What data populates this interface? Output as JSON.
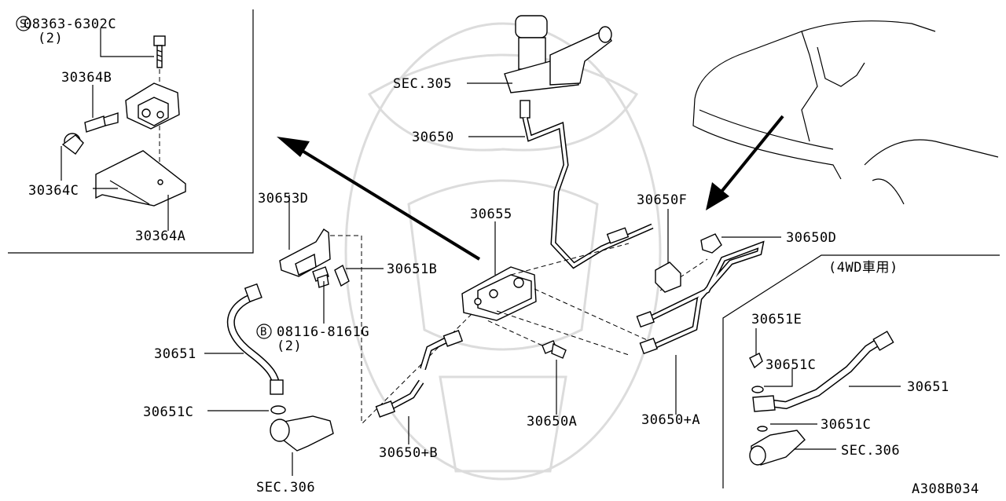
{
  "labels": {
    "bolt_s": "08363-6302C",
    "bolt_s_qty": "(2)",
    "p30364B": "30364B",
    "p30364C": "30364C",
    "p30364A": "30364A",
    "p30653D": "30653D",
    "p30651B": "30651B",
    "bolt_b": "08116-8161G",
    "bolt_b_qty": "(2)",
    "p30651": "30651",
    "p30651C": "30651C",
    "sec306": "SEC.306",
    "sec305": "SEC.305",
    "p30650": "30650",
    "p30655": "30655",
    "p30650F": "30650F",
    "p30650D": "30650D",
    "p30650A": "30650A",
    "p30650pA": "30650+A",
    "p30650pB": "30650+B",
    "wd4_title": "(4WD車用)",
    "wd4_30651E": "30651E",
    "wd4_30651C_1": "30651C",
    "wd4_30651": "30651",
    "wd4_30651C_2": "30651C",
    "wd4_sec306": "SEC.306",
    "diagram_id": "A308B034",
    "circle_s": "S",
    "circle_b": "B"
  }
}
